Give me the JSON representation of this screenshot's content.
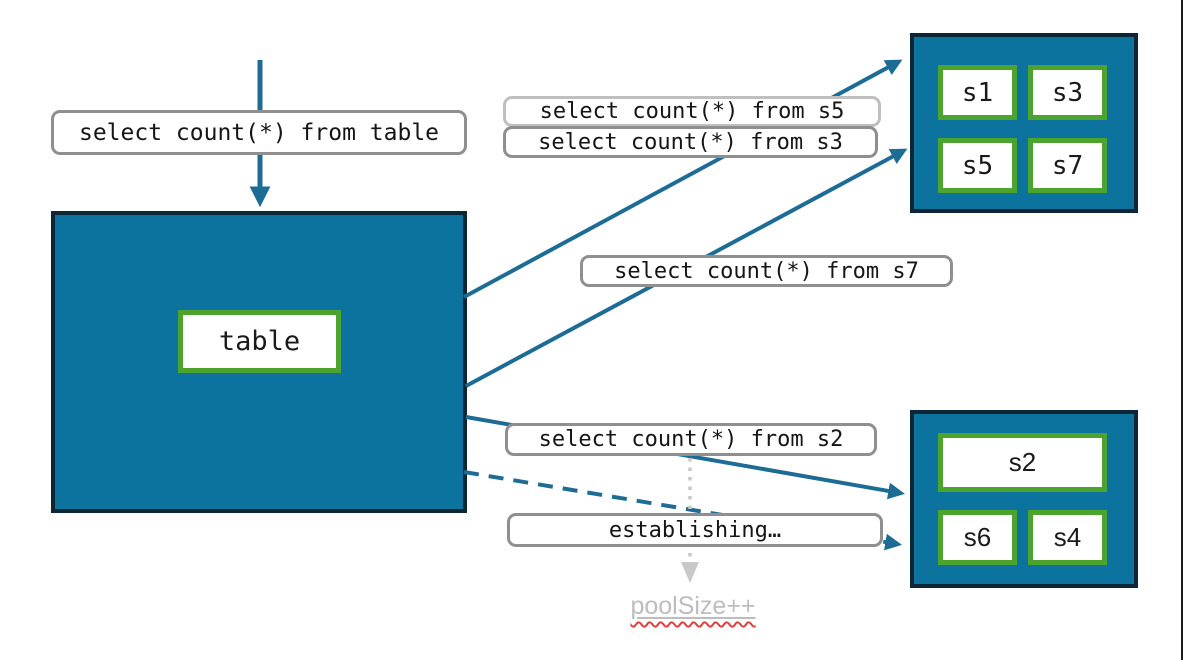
{
  "diagram": {
    "callouts": {
      "table_query": "select count(*) from table",
      "s5_query": "select count(*) from s5",
      "s3_query": "select count(*) from s3",
      "s7_query": "select count(*) from s7",
      "s2_query": "select count(*) from s2",
      "establishing": "establishing…",
      "pool_size": "poolSize++"
    },
    "table_node": {
      "label": "table"
    },
    "shard_group_top": {
      "shards": [
        {
          "label": "s1"
        },
        {
          "label": "s3"
        },
        {
          "label": "s5"
        },
        {
          "label": "s7"
        }
      ]
    },
    "shard_group_bottom": {
      "shards": [
        {
          "label": "s2"
        },
        {
          "label": "s6"
        },
        {
          "label": "s4"
        }
      ]
    },
    "colors": {
      "node_fill": "#0B739E",
      "node_border": "#0D2636",
      "shard_border": "#4CA42F",
      "arrow_blue": "#1D6C95",
      "callout_border": "#8F8F8F",
      "callout_border_light": "#BFBFBF",
      "muted_gray": "#BDBDBD",
      "dotted_arrow_gray": "#C8C8C8",
      "spellcheck_red": "#E04040"
    }
  }
}
